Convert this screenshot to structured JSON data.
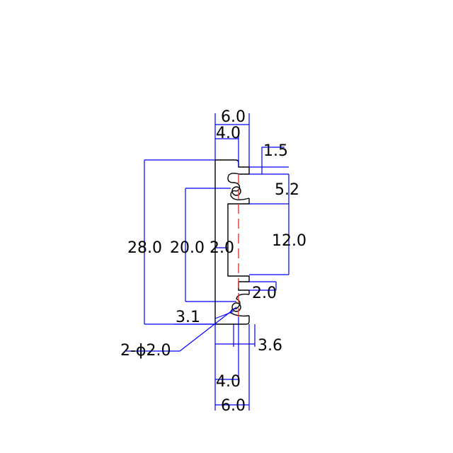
{
  "colors": {
    "dimension": "#0000ff",
    "profile": "#000000",
    "centerline": "#e53935",
    "text": "#000000",
    "background": "#ffffff"
  },
  "dimensions": {
    "top_overall_width": "6.0",
    "top_inner_width": "4.0",
    "lip_thickness": "1.5",
    "upper_offset": "5.2",
    "overall_height": "28.0",
    "inner_height": "20.0",
    "wall_thickness": "2.0",
    "channel_height": "12.0",
    "lower_lip": "2.0",
    "groove_offset": "3.1",
    "hole_callout": "2-ϕ2.0",
    "base_depth": "3.6",
    "bottom_inner_width": "4.0",
    "bottom_overall_width": "6.0"
  }
}
